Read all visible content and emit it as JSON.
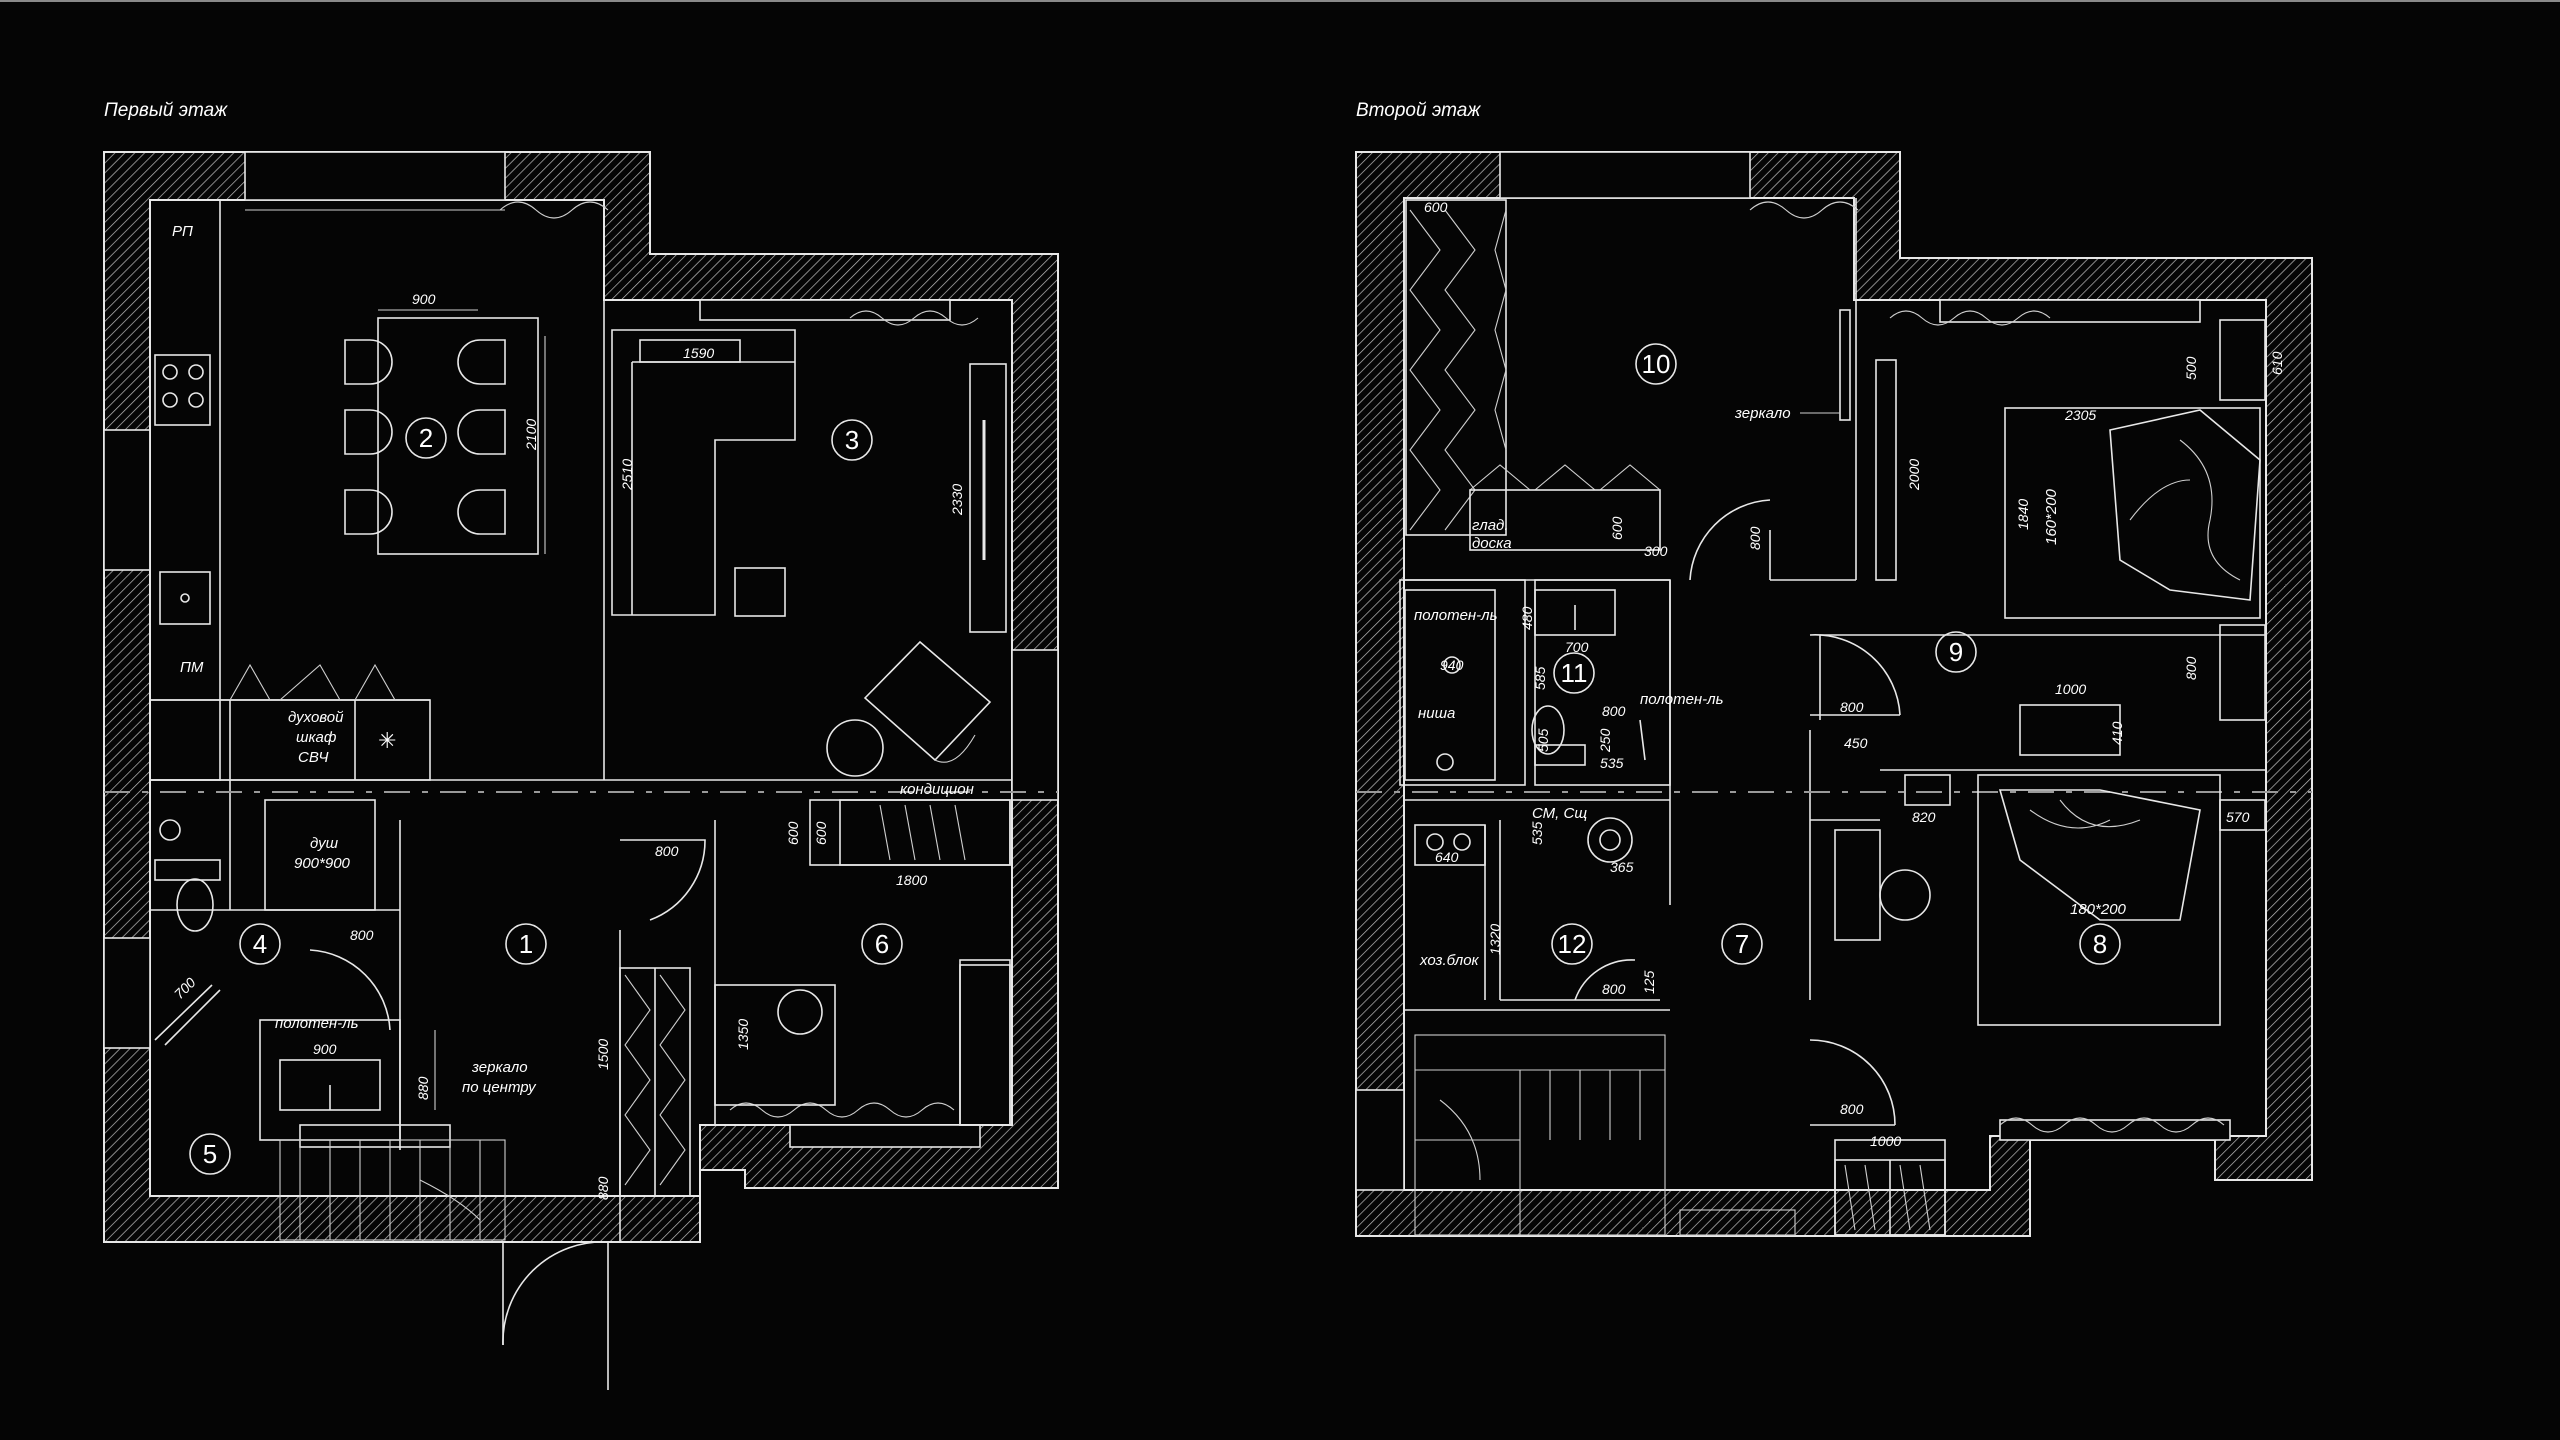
{
  "titles": {
    "floor1": "Первый этаж",
    "floor2": "Второй этаж"
  },
  "colors": {
    "background": "#050505",
    "lines": "#e8e8e8",
    "top_rule": "#8a8a8a"
  },
  "floor1": {
    "rooms": [
      "1",
      "2",
      "3",
      "4",
      "5",
      "6"
    ],
    "labels": {
      "rp": "РП",
      "pm": "ПМ",
      "oven": "духовой",
      "oven2": "шкаф",
      "oven3": "СВЧ",
      "shower": "душ",
      "shower_size": "900*900",
      "towel": "полотен-ль",
      "mirror": "зеркало",
      "mirror2": "по центру",
      "ac": "кондицион"
    },
    "dims": {
      "d900_table": "900",
      "d2100": "2100",
      "d1590": "1590",
      "d2510": "2510",
      "d2330": "2330",
      "d800_door": "800",
      "d800_bath": "800",
      "d700": "700",
      "d900_sink": "900",
      "d880_a": "880",
      "d1500": "1500",
      "d880_b": "880",
      "d1350": "1350",
      "d600_a": "600",
      "d600_b": "600",
      "d1800": "1800"
    }
  },
  "floor2": {
    "rooms": [
      "7",
      "8",
      "9",
      "10",
      "11",
      "12"
    ],
    "labels": {
      "ironing1": "глад.",
      "ironing2": "доска",
      "mirror": "зеркало",
      "towel_a": "полотен-ль",
      "towel_b": "полотен-ль",
      "niche": "ниша",
      "washer": "СМ, Сщ",
      "utility": "хоз.блок",
      "bed1": "160*200",
      "bed2": "180*200"
    },
    "dims": {
      "d600_top": "600",
      "d600_closet": "600",
      "d300": "300",
      "d800_a": "800",
      "d2000": "2000",
      "d2305": "2305",
      "d1840": "1840",
      "d500": "500",
      "d610": "610",
      "d800_b": "800",
      "d1000_a": "1000",
      "d410": "410",
      "d800_c": "800",
      "d450": "450",
      "d480": "480",
      "d700": "700",
      "d940": "940",
      "d585": "585",
      "d800_d": "800",
      "d505": "505",
      "d250": "250",
      "d535_a": "535",
      "d535_b": "535",
      "d365": "365",
      "d640": "640",
      "d1320": "1320",
      "d800_e": "800",
      "d125": "125",
      "d820": "820",
      "d570": "570",
      "d800_f": "800",
      "d1000_b": "1000"
    }
  }
}
